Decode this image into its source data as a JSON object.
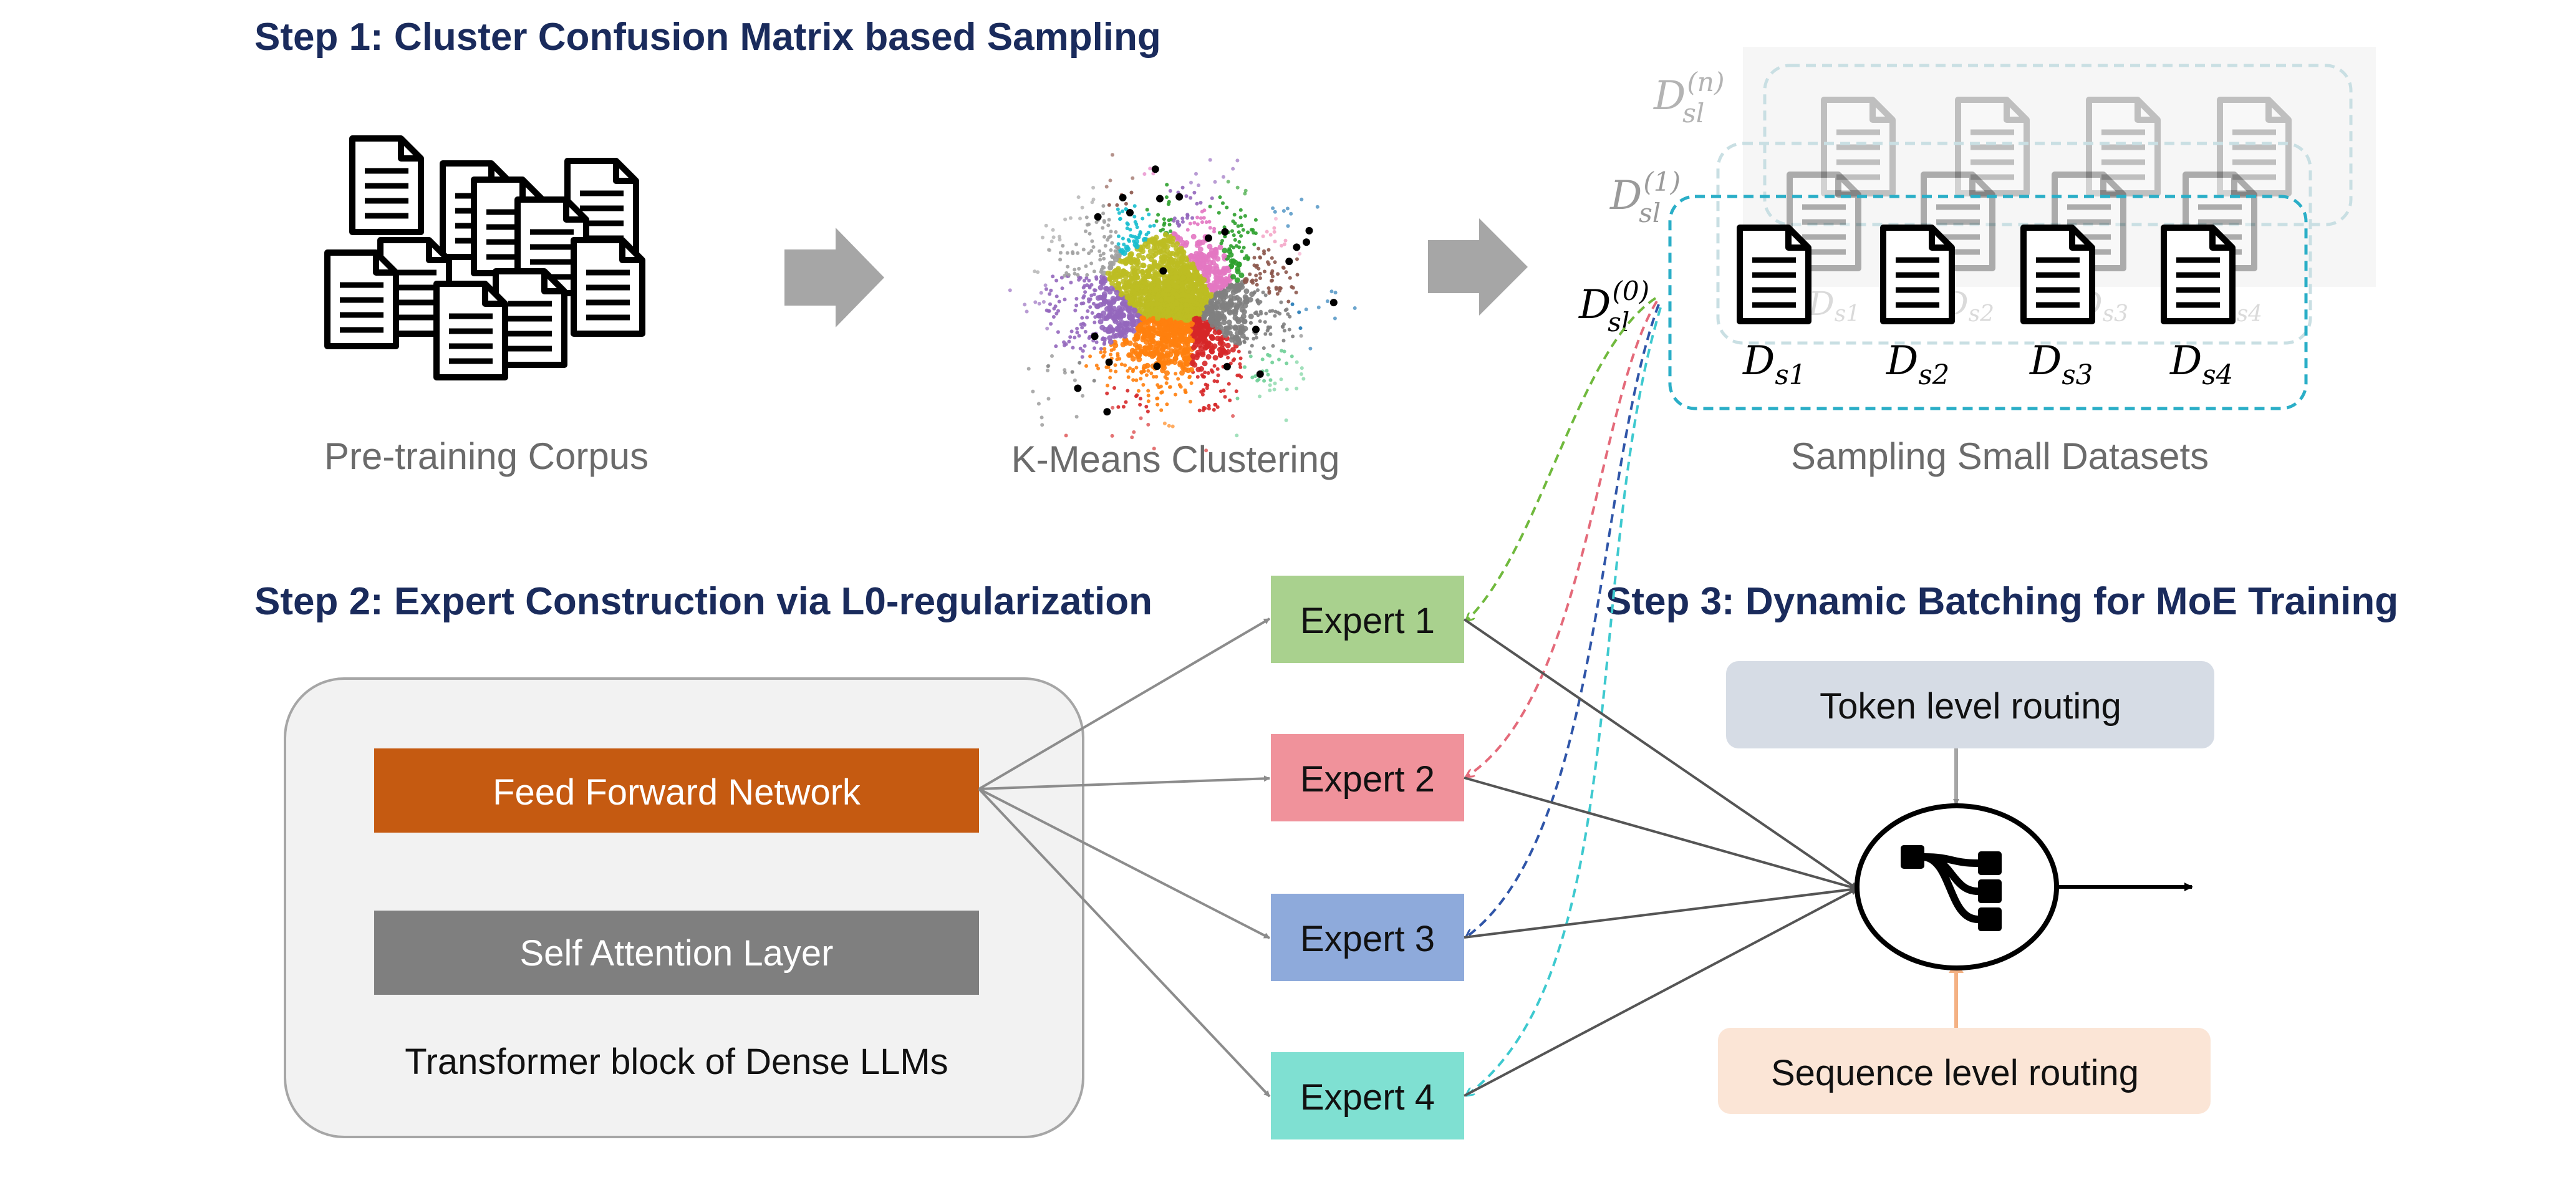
{
  "steps": {
    "step1": "Step 1: Cluster Confusion Matrix based Sampling",
    "step2": "Step 2: Expert Construction via L0-regularization",
    "step3": "Step 3: Dynamic Batching for MoE Training"
  },
  "captions": {
    "corpus": "Pre-training Corpus",
    "kmeans": "K-Means Clustering",
    "sampling": "Sampling Small Datasets"
  },
  "datasets": {
    "layer_n": {
      "base": "D",
      "sub": "sl",
      "sup": "(n)"
    },
    "layer_1": {
      "base": "D",
      "sub": "sl",
      "sup": "(1)"
    },
    "layer_0": {
      "base": "D",
      "sub": "sl",
      "sup": "(0)"
    },
    "items": [
      {
        "base": "D",
        "sub": "s1"
      },
      {
        "base": "D",
        "sub": "s2"
      },
      {
        "base": "D",
        "sub": "s3"
      },
      {
        "base": "D",
        "sub": "s4"
      }
    ]
  },
  "transformer": {
    "ffn_label": "Feed Forward Network",
    "attn_label": "Self Attention Layer",
    "caption": "Transformer block of Dense LLMs"
  },
  "experts": [
    {
      "label": "Expert 1",
      "color": "#a9d18e",
      "curve_color": "#70b93d"
    },
    {
      "label": "Expert 2",
      "color": "#f0929b",
      "curve_color": "#e46a7a"
    },
    {
      "label": "Expert 3",
      "color": "#8eaadb",
      "curve_color": "#2f55a8"
    },
    {
      "label": "Expert 4",
      "color": "#7fe0d2",
      "curve_color": "#3ec9cf"
    }
  ],
  "routing": {
    "token_label": "Token level routing",
    "sequence_label": "Sequence level routing"
  },
  "colors": {
    "step_title": "#1a2b5c",
    "ffn": "#c55a11",
    "attn": "#7f7f7f",
    "token_box": "#d6dce5",
    "sequence_box": "#fbe5d6",
    "dataset_box": "#2aaec7"
  }
}
